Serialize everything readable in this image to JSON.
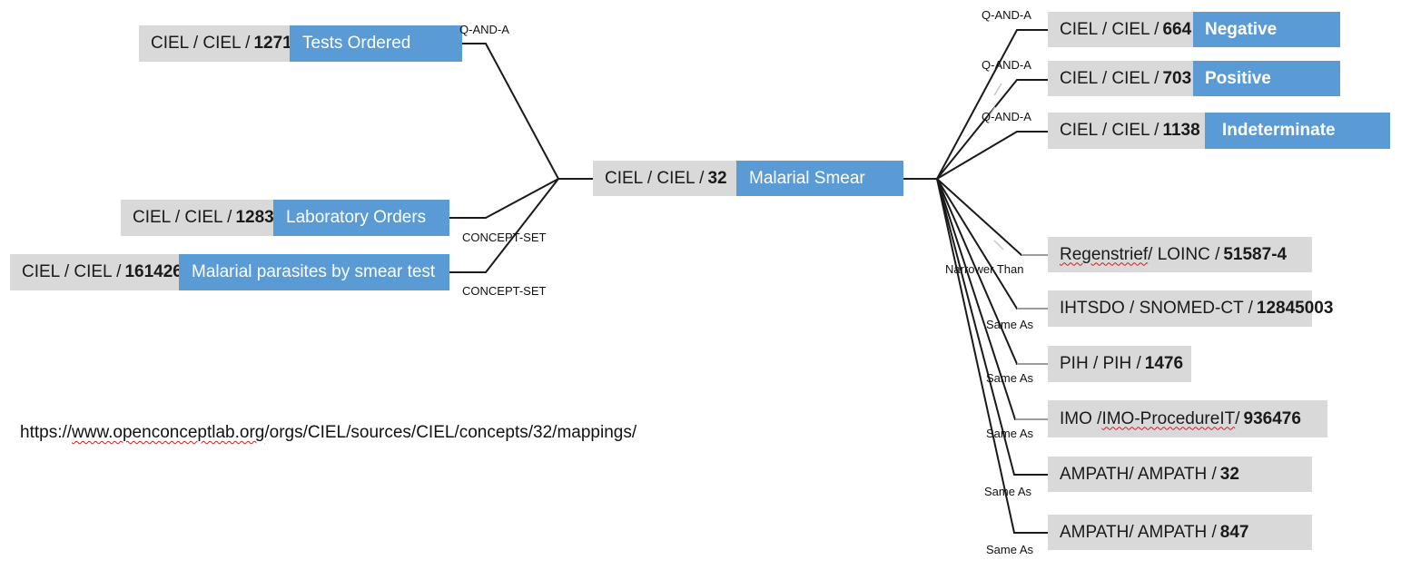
{
  "center": {
    "prefix": "CIEL / CIEL /",
    "code": "32",
    "name": "Malarial Smear"
  },
  "left_nodes": [
    {
      "prefix": "CIEL / CIEL /",
      "code": "1271",
      "name": "Tests Ordered",
      "relation": "Q-AND-A"
    },
    {
      "prefix": "CIEL / CIEL /",
      "code": "1283",
      "name": "Laboratory Orders",
      "relation": "CONCEPT-SET"
    },
    {
      "prefix": "CIEL / CIEL /",
      "code": "161426",
      "name": "Malarial parasites by smear test",
      "relation": "CONCEPT-SET"
    }
  ],
  "answer_nodes": [
    {
      "prefix": "CIEL / CIEL /",
      "code": "664",
      "name": "Negative",
      "relation": "Q-AND-A"
    },
    {
      "prefix": "CIEL / CIEL /",
      "code": "703",
      "name": "Positive",
      "relation": "Q-AND-A"
    },
    {
      "prefix": "CIEL / CIEL /",
      "code": "1138",
      "name": "Indeterminate",
      "relation": "Q-AND-A"
    }
  ],
  "mapping_nodes": [
    {
      "prefix_wavy": "Regenstrief",
      "prefix_rest": " / LOINC /",
      "code": "51587-4",
      "relation": "Narrower Than"
    },
    {
      "prefix_wavy": "",
      "prefix_rest": "IHTSDO / SNOMED-CT /",
      "code": "12845003",
      "relation": "Same As"
    },
    {
      "prefix_wavy": "",
      "prefix_rest": "PIH / PIH /",
      "code": "1476",
      "relation": "Same As"
    },
    {
      "prefix_wavy": "",
      "prefix_rest": "IMO / ",
      "prefix_wavy2": "IMO-ProcedureIT",
      "prefix_tail": " /",
      "code": "936476",
      "relation": "Same As"
    },
    {
      "prefix_wavy": "",
      "prefix_rest": "AMPATH/ AMPATH /",
      "code": "32",
      "relation": "Same As"
    },
    {
      "prefix_wavy": "",
      "prefix_rest": "AMPATH/ AMPATH /",
      "code": "847",
      "relation": "Same As"
    }
  ],
  "url": {
    "pre": "https://",
    "wavy": "www.openconceptlab.org",
    "post": "/orgs/CIEL/sources/CIEL/concepts/32/mappings/"
  }
}
